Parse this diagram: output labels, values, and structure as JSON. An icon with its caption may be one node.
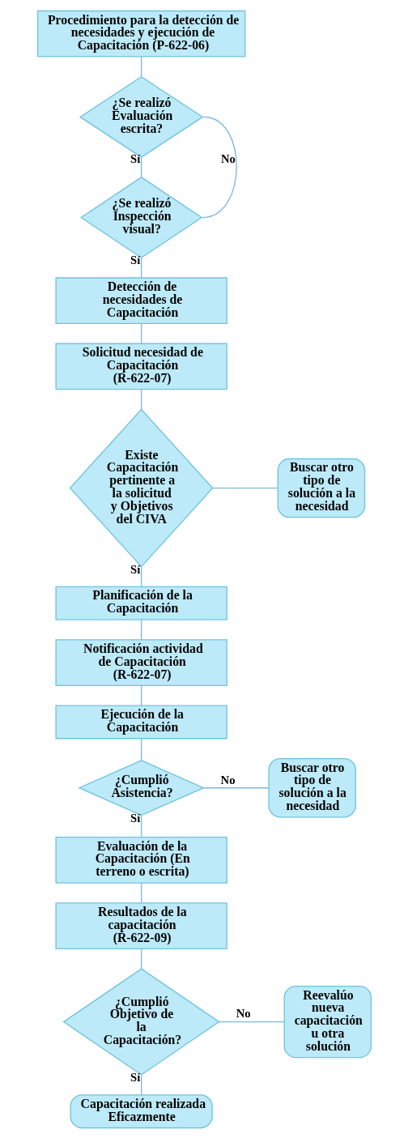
{
  "diagram": {
    "nodes": [
      {
        "text": [
          "Procedimiento para la detección de necesidades y ejecución de Capacitación (P-622-06)"
        ]
      },
      {
        "text": [
          "¿Se realizó Evaluación escrita?"
        ]
      },
      {
        "text": [
          "¿Se realizó Inspección visual?"
        ]
      },
      {
        "text": [
          "Detección de necesidades de Capacitación"
        ]
      },
      {
        "text": [
          "Solicitud necesidad de Capacitación (R-622-07)"
        ]
      },
      {
        "text": [
          "Existe Capacitación pertinente a la solicitud y Objetivos del CIVA"
        ]
      },
      {
        "text": [
          "Buscar otro tipo de solución a la necesidad"
        ]
      },
      {
        "text": [
          "Planificación de la Capacitación"
        ]
      },
      {
        "text": [
          "Notificación actividad de Capacitación (R-622-07)"
        ]
      },
      {
        "text": [
          "Ejecución de la Capacitación"
        ]
      },
      {
        "text": [
          "¿Cumplió Asistencia?"
        ]
      },
      {
        "text": [
          "Buscar otro tipo de solución a la necesidad"
        ]
      },
      {
        "text": [
          "Evaluación de la Capacitación (En terreno o escrita)"
        ]
      },
      {
        "text": [
          "Resultados de la capacitación (R-622-09)"
        ]
      },
      {
        "text": [
          "¿Cumplió Objetivo de la Capacitación?"
        ]
      },
      {
        "text": [
          "Reevalúo nueva capacitación u otra solución"
        ]
      },
      {
        "text": [
          "Capacitación realizada Eficazmente"
        ]
      }
    ],
    "edges": [
      {
        "from": 0,
        "to": 1,
        "arrow": "none"
      },
      {
        "from": 1,
        "to": 2,
        "label": "Sí",
        "arrow": "none"
      },
      {
        "from": 1,
        "to": 2,
        "label": "No",
        "arrow": "none"
      },
      {
        "from": 2,
        "to": 3,
        "label": "Sí",
        "arrow": "none"
      },
      {
        "from": 3,
        "to": 4,
        "arrow": "none"
      },
      {
        "from": 4,
        "to": 5,
        "arrow": "none"
      },
      {
        "from": 5,
        "to": 6,
        "arrow": "none"
      },
      {
        "from": 5,
        "to": 7,
        "label": "Sí",
        "arrow": "none"
      },
      {
        "from": 7,
        "to": 8,
        "arrow": "none"
      },
      {
        "from": 8,
        "to": 9,
        "arrow": "none"
      },
      {
        "from": 9,
        "to": 10,
        "arrow": "none"
      },
      {
        "from": 10,
        "to": 11,
        "label": "No",
        "arrow": "none"
      },
      {
        "from": 10,
        "to": 12,
        "label": "Sí",
        "arrow": "none"
      },
      {
        "from": 12,
        "to": 13,
        "arrow": "none"
      },
      {
        "from": 13,
        "to": 14,
        "arrow": "none"
      },
      {
        "from": 14,
        "to": 15,
        "label": "No",
        "arrow": "none"
      },
      {
        "from": 14,
        "to": 16,
        "label": "Sí",
        "arrow": "none"
      }
    ]
  }
}
